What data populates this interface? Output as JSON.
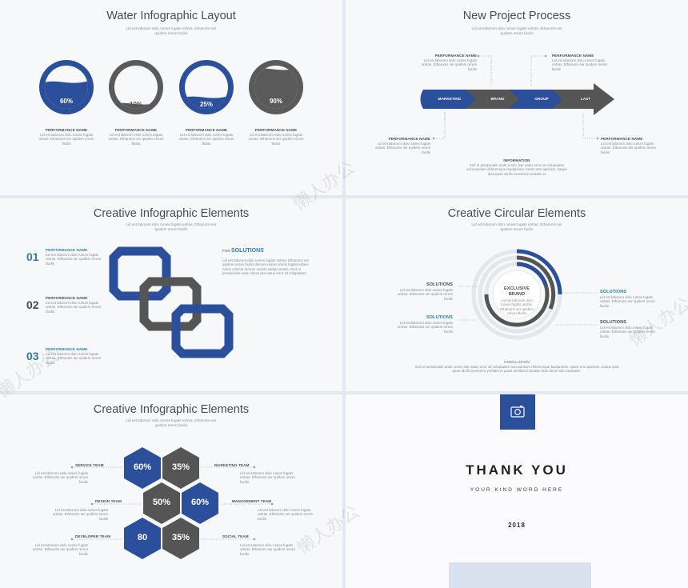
{
  "colors": {
    "blue": "#2c4f9b",
    "gray": "#5a5a5a",
    "text": "#4b4b4b",
    "muted": "#8a8a8a",
    "accent_teal": "#2a7fa3"
  },
  "filler": {
    "short": "Lid est laborum dolo rumes fugats untras. Etharums ser quidem rerum facilis",
    "long": "Lid est laborum dolo rumes fugats untras. Etharums ser quidem rerum facilis dolores nemis omnis fugiats vitaes nemo minima rerums unsers sadips amets. Sed ut perspiciatis unde omnis iste natus error sit voluptatem.",
    "conclusion": "Sed ut perspiciatis unde omnis iste natus error sit voluptatem accusantium doloremque laudantium, totam rem aperiam, eaque ipsa quae ab illo inventore veritatis et quasi architecto beatae vitae dicta sunt explicabo."
  },
  "slide1": {
    "title": "Water Infographic Layout",
    "gauges": [
      {
        "percent": "60%",
        "level": 0.6,
        "color": "blue",
        "label": "PERFORMANCE NAME"
      },
      {
        "percent": "10%",
        "level": 0.1,
        "color": "gray",
        "label": "PERFORMANCE NAME"
      },
      {
        "percent": "25%",
        "level": 0.25,
        "color": "blue",
        "label": "PERFORMANCE NAME"
      },
      {
        "percent": "90%",
        "level": 0.9,
        "color": "gray",
        "label": "PERFORMANCE NAME"
      }
    ]
  },
  "slide2": {
    "title": "New Project Process",
    "steps": [
      "MARKETING",
      "BRAND",
      "GROUP",
      "LAST"
    ],
    "labels": [
      "PERFORMANCE NAME",
      "PERFORMANCE NAME",
      "PERFORMANCE NAME",
      "PERFORMANCE NAME"
    ],
    "info_title": "INFORMATION",
    "info_text": "Sed ut perspiciatis unde omnis iste natus error sit voluptatem accusantium doloremque laudantium, totam rem aperiam, eaque ipsa quae ab illo inventore veritatis et"
  },
  "slide3": {
    "title": "Creative Infographic Elements",
    "items": [
      {
        "num": "01",
        "label": "PERFORMANCE NAME"
      },
      {
        "num": "02",
        "label": "PERFORMANCE NAME"
      },
      {
        "num": "03",
        "label": "PERFORMANCE NAME"
      }
    ],
    "for_label": "FOR",
    "solutions_label": "SOLUTIONS"
  },
  "slide4": {
    "title": "Creative Circular Elements",
    "center_line1": "EXCLUSIVE",
    "center_line2": "BRAND",
    "labels": [
      "SOLUTIONS",
      "SOLUTIONS",
      "SOLUTIONS",
      "SOLUTIONS"
    ],
    "conclusion_title": "CONCLUSION"
  },
  "slide5": {
    "title": "Creative Infographic Elements",
    "hexes": [
      "60%",
      "35%",
      "50%",
      "60%",
      "80",
      "35%"
    ],
    "teams": [
      "SERVICE TEAM",
      "MARKETING TEAM",
      "DESIGN TEAM",
      "MANAGEMENT TEAM",
      "DEVELOPER TEAM",
      "SOCIAL TEAM"
    ]
  },
  "slide6": {
    "heading": "THANK YOU",
    "tagline": "YOUR KIND WORD HERE",
    "year": "2018",
    "icon": "camera-icon"
  },
  "watermark": "懒人办公"
}
